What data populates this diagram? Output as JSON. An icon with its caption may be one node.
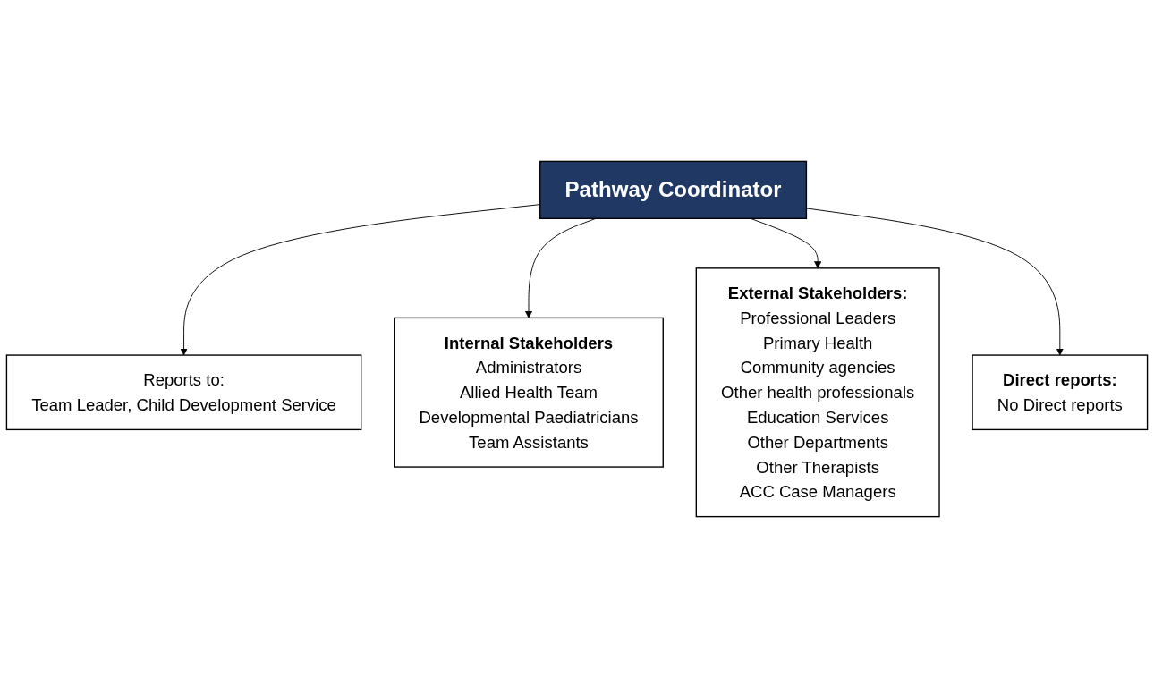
{
  "diagram": {
    "nodes": [
      {
        "text": [
          "Reports to:",
          "Team Leader, Child Development Service"
        ]
      },
      {
        "text": [
          "Internal Stakeholders",
          "Administrators",
          "Allied Health Team",
          "Developmental Paediatricians",
          "Team Assistants"
        ]
      },
      {
        "text": [
          "Pathway Coordinator"
        ]
      },
      {
        "text": [
          "External Stakeholders:",
          "Professional Leaders",
          "Primary Health",
          "Community agencies",
          "Other health professionals",
          "Education Services",
          "Other Departments",
          "Other Therapists",
          "ACC Case Managers"
        ]
      },
      {
        "text": [
          "Direct reports:",
          "No Direct reports"
        ]
      }
    ],
    "edges": [
      {
        "from": 2,
        "to": 0,
        "arrow": "to"
      },
      {
        "from": 2,
        "to": 1,
        "arrow": "to"
      },
      {
        "from": 2,
        "to": 3,
        "arrow": "to"
      },
      {
        "from": 2,
        "to": 4,
        "arrow": "to"
      }
    ]
  }
}
